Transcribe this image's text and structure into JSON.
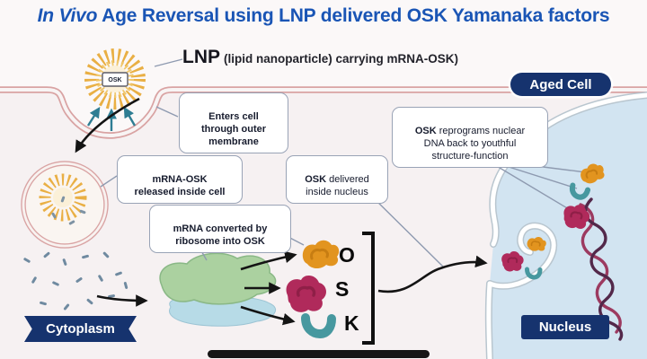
{
  "colors": {
    "title_blue": "#1a55b5",
    "navy": "#16336e",
    "orange": "#e2941f",
    "crimson": "#b02a5b",
    "teal": "#47989f",
    "membrane_pink": "#d9a3a3",
    "nucleus_blue": "#d2e4f1",
    "ribosome_green": "#abd1a0",
    "ribosome_blue": "#b7dbe7",
    "lnp_orange": "#e9af44",
    "connector_gray": "#8e9ab0"
  },
  "title": {
    "italic": "In Vivo",
    "rest": " Age Reversal using LNP delivered OSK Yamanaka factors"
  },
  "lnp_legend": {
    "bold": "LNP",
    "mid": " (lipid nanoparticle) carrying mRNA-",
    "bold2": "OSK",
    "end": ")"
  },
  "lnp_particle_label": "OSK",
  "badges": {
    "aged_cell": "Aged Cell",
    "cytoplasm": "Cytoplasm",
    "nucleus": "Nucleus"
  },
  "callouts": {
    "enters_cell": {
      "text": "Enters cell\nthrough outer\nmembrane"
    },
    "released": {
      "text": "mRNA-OSK\nreleased inside cell"
    },
    "converted": {
      "text": "mRNA converted by\nribosome into OSK"
    },
    "delivered": {
      "bold": "OSK",
      "text": " delivered\ninside nucleus"
    },
    "reprograms": {
      "bold": "OSK",
      "text": " reprograms nuclear\nDNA back to youthful\nstructure-function"
    }
  },
  "factors": {
    "o": "O",
    "s": "S",
    "k": "K"
  }
}
